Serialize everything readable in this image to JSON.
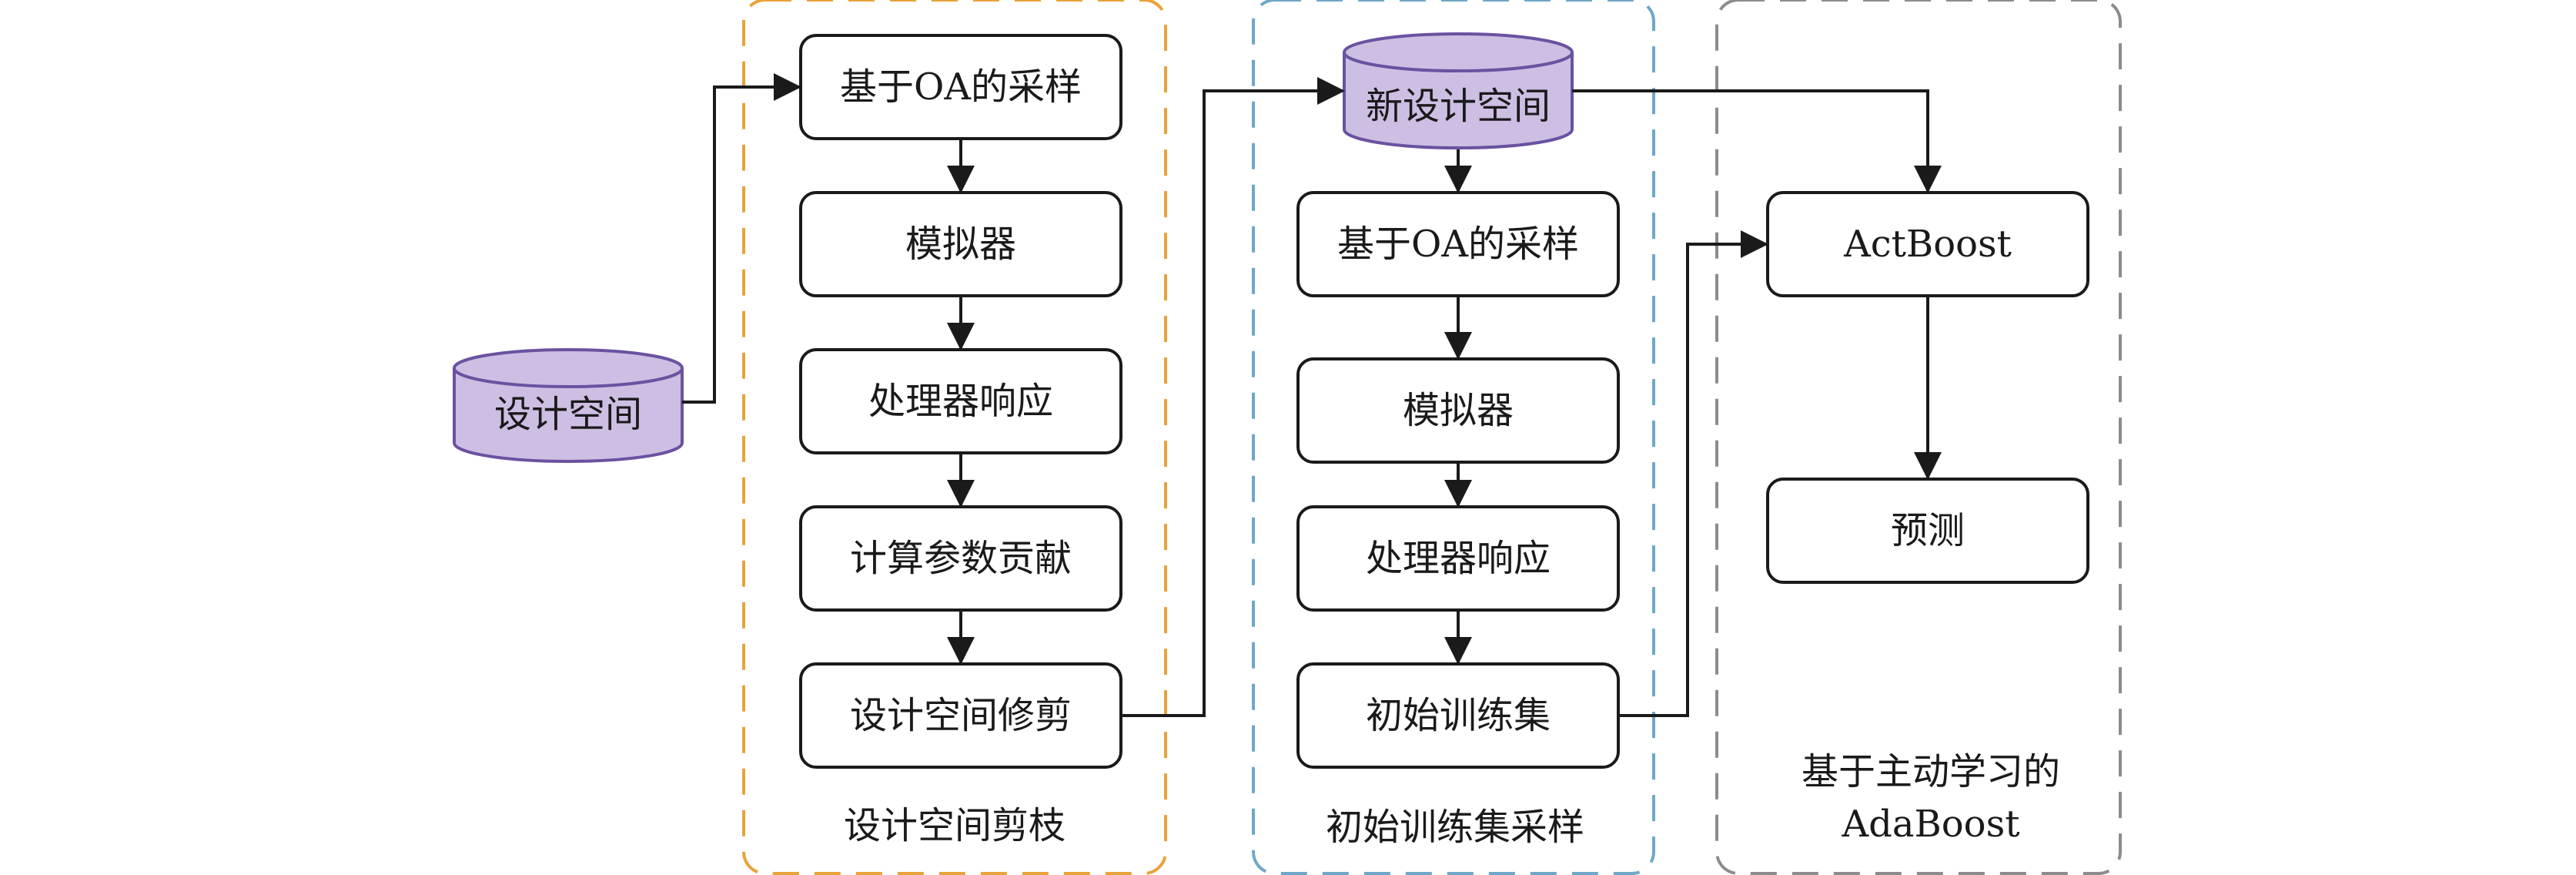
{
  "colors": {
    "cylinder_fill": "#cdbfe3",
    "cylinder_stroke": "#6a52a0",
    "box_stroke": "#1a1a1a",
    "arrow": "#1a1a1a",
    "group1_border": "#e8a33a",
    "group2_border": "#6fa7c8",
    "group3_border": "#8c8c8c"
  },
  "input": {
    "label": "设计空间"
  },
  "group1": {
    "caption": "设计空间剪枝",
    "steps": [
      "基于OA的采样",
      "模拟器",
      "处理器响应",
      "计算参数贡献",
      "设计空间修剪"
    ]
  },
  "group2": {
    "caption": "初始训练集采样",
    "db_label": "新设计空间",
    "steps": [
      "基于OA的采样",
      "模拟器",
      "处理器响应",
      "初始训练集"
    ]
  },
  "group3": {
    "caption_line1": "基于主动学习的",
    "caption_line2": "AdaBoost",
    "steps": [
      "ActBoost",
      "预测"
    ]
  }
}
